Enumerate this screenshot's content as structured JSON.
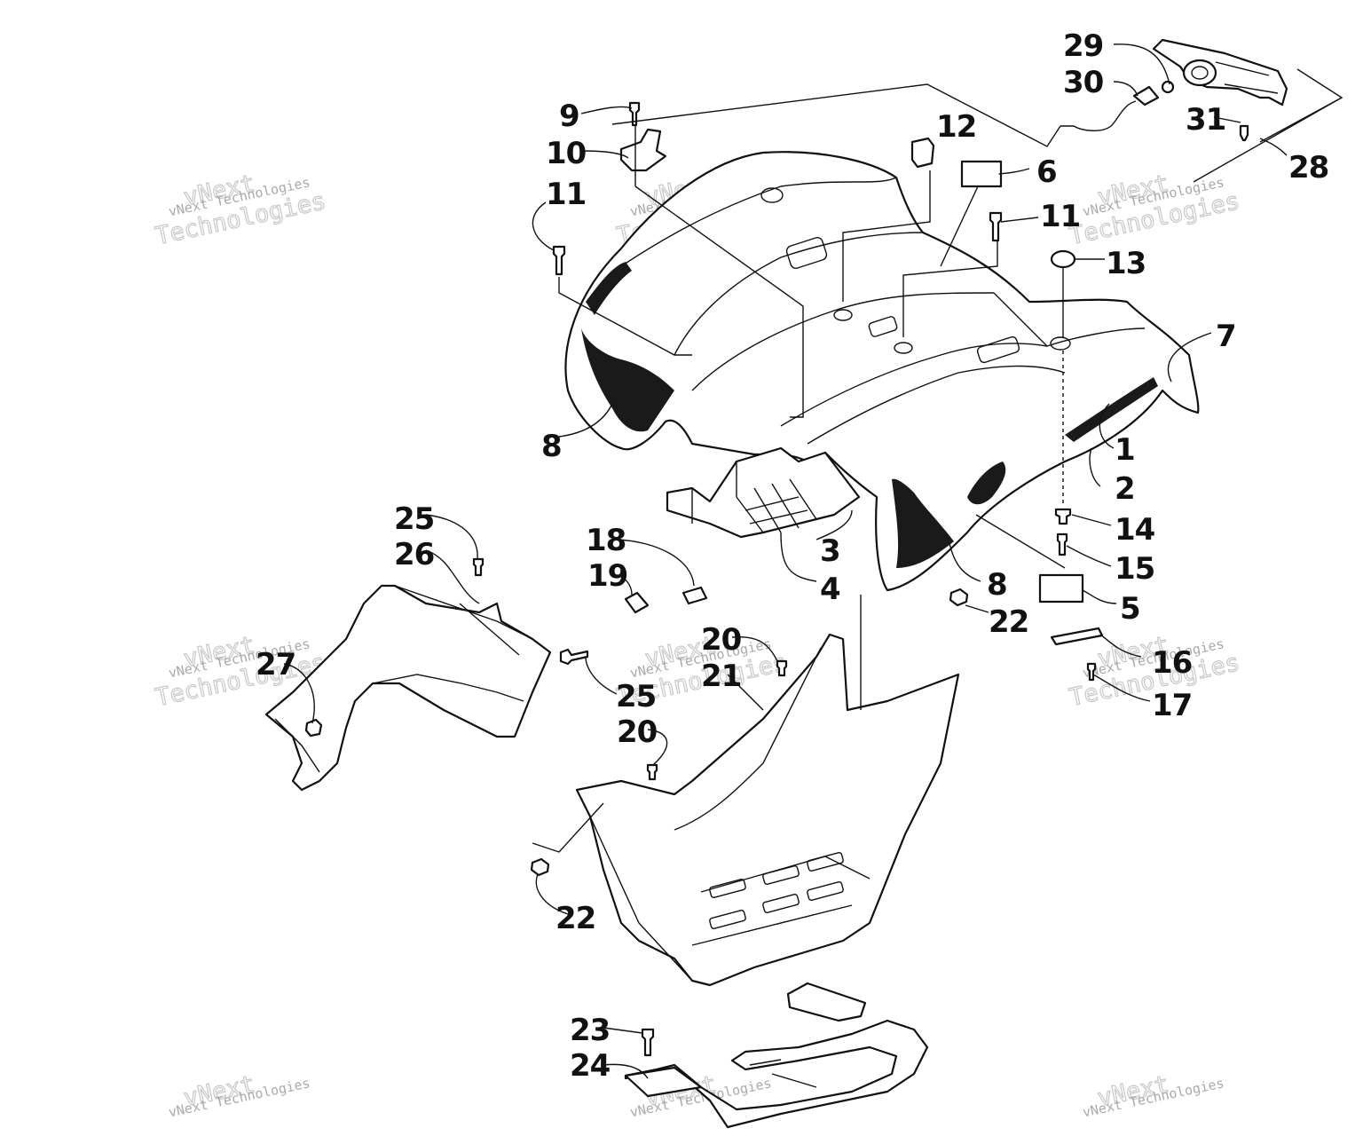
{
  "callouts": [
    "1",
    "2",
    "3",
    "4",
    "5",
    "6",
    "7",
    "8",
    "8",
    "9",
    "10",
    "11",
    "11",
    "12",
    "13",
    "14",
    "15",
    "16",
    "17",
    "18",
    "19",
    "20",
    "20",
    "21",
    "22",
    "22",
    "23",
    "24",
    "25",
    "25",
    "26",
    "27",
    "28",
    "29",
    "30",
    "31"
  ],
  "watermark": {
    "line1": "vNext",
    "line2": "Technologies",
    "small": "vNext Technologies"
  },
  "colors": {
    "ink": "#111111",
    "background": "#ffffff",
    "watermark": "#c8c8c8"
  }
}
